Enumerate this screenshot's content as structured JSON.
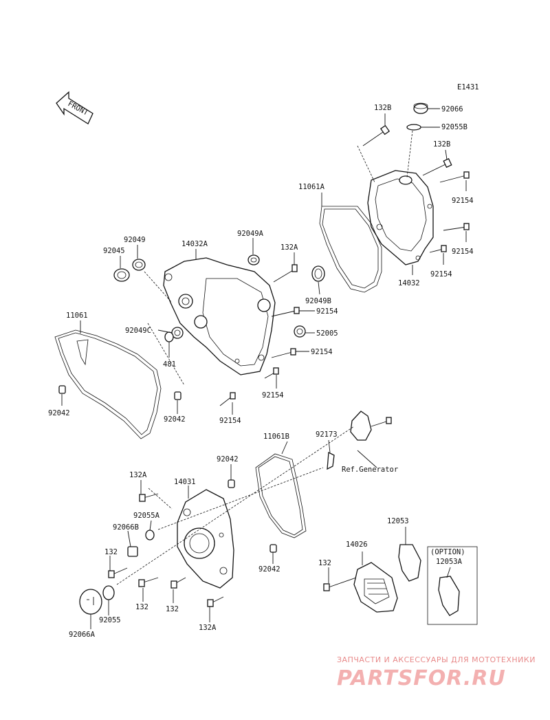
{
  "diagram_code": "E1431",
  "front_label": "FRONT",
  "labels": {
    "p132B_top": "132B",
    "p92066": "92066",
    "p92055B": "92055B",
    "p132B_right": "132B",
    "p11061A": "11061A",
    "p92154_a": "92154",
    "p92154_b": "92154",
    "p92154_c": "92154",
    "p14032": "14032",
    "p92049": "92049",
    "p92045": "92045",
    "p14032A": "14032A",
    "p92049A": "92049A",
    "p132A_top": "132A",
    "p92049B": "92049B",
    "p92154_d": "92154",
    "p52005": "52005",
    "p92154_e": "92154",
    "p92154_f": "92154",
    "p92154_g": "92154",
    "p11061": "11061",
    "p92049C": "92049C",
    "p481": "481",
    "p92042_a": "92042",
    "p92042_b": "92042",
    "p92173": "92173",
    "p11061B": "11061B",
    "ref_generator": "Ref.Generator",
    "p92042_c": "92042",
    "p132A_mid": "132A",
    "p14031": "14031",
    "p92055A": "92055A",
    "p92066B": "92066B",
    "p132_a": "132",
    "p132_b": "132",
    "p132_c": "132",
    "p92055": "92055",
    "p92066A": "92066A",
    "p132A_bot": "132A",
    "p92042_d": "92042",
    "p12053": "12053",
    "p14026": "14026",
    "p132_d": "132",
    "option_label": "(OPTION)",
    "p12053A": "12053A"
  },
  "watermark": {
    "line1": "ЗАПЧАСТИ И АКСЕССУАРЫ ДЛЯ МОТОТЕХНИКИ",
    "line2": "PARTSFOR.RU"
  }
}
